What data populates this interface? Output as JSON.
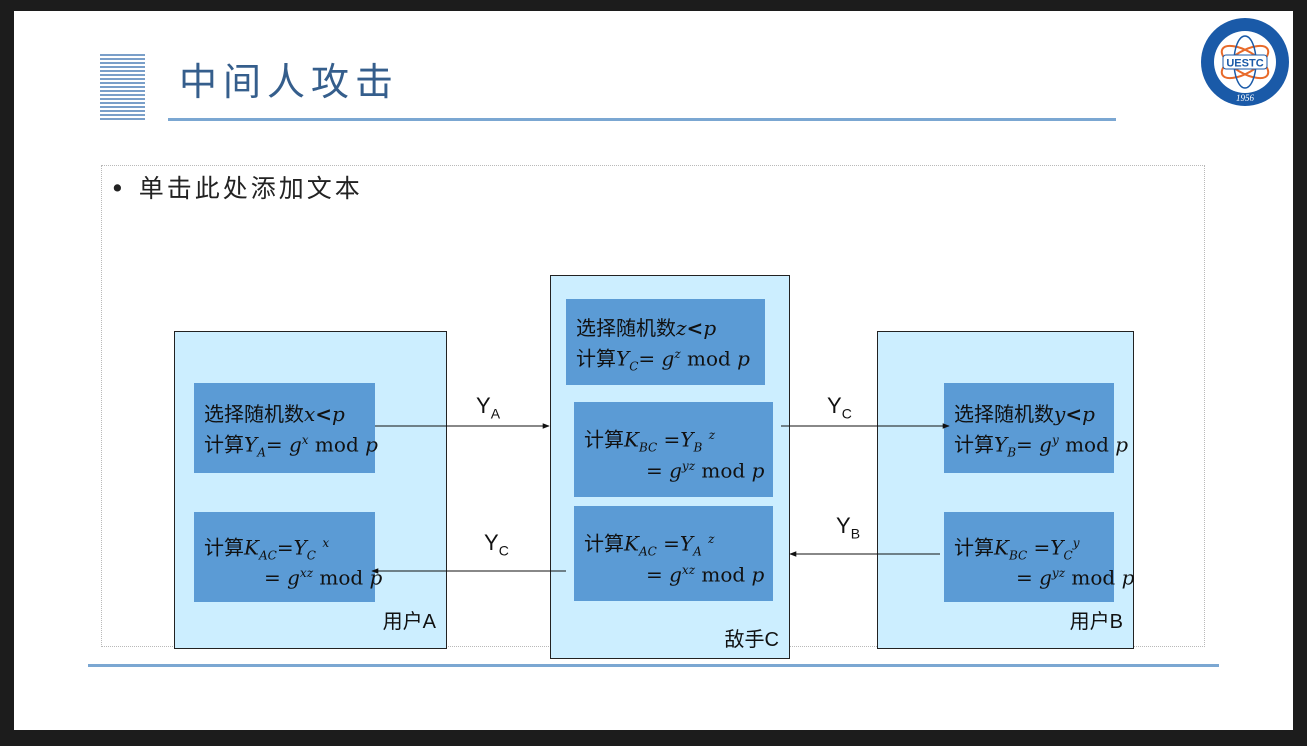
{
  "slide": {
    "title": "中间人攻击",
    "bullet": "单击此处添加文本"
  },
  "logo": {
    "text": "UESTC",
    "year": "1956",
    "colors": {
      "ring": "#1a5aa8",
      "accent": "#e86a2a"
    }
  },
  "panels": {
    "user_a": {
      "label": "用户A"
    },
    "adversary": {
      "label": "敌手C"
    },
    "user_b": {
      "label": "用户B"
    }
  },
  "boxes": {
    "a_select": {
      "prefix": "选择随机数",
      "var": "x",
      "rel": "<",
      "bound": "p"
    },
    "a_compute": {
      "prefix": "计算",
      "name": "Y",
      "sub": "A",
      "eq": "= g",
      "exp": "x",
      "tail": " mod ",
      "mod": "p"
    },
    "a_key": {
      "prefix": "计算",
      "name": "K",
      "sub": "AC",
      "eq": "=Y",
      "base_sub": "C",
      "exp": "x",
      "line2_eq": "= g",
      "line2_exp": "xz",
      "tail": " mod ",
      "mod": "p"
    },
    "c_select": {
      "prefix": "选择随机数",
      "var": "z",
      "rel": "<",
      "bound": "p"
    },
    "c_compute": {
      "prefix": "计算",
      "name": "Y",
      "sub": "C",
      "eq": "= g",
      "exp": "z",
      "tail": " mod ",
      "mod": "p"
    },
    "c_key_bc": {
      "prefix": "计算",
      "name": "K",
      "sub": "BC",
      "eq": " =Y",
      "base_sub": "B",
      "exp": "z",
      "line2_eq": "= g",
      "line2_exp": "yz",
      "tail": " mod ",
      "mod": "p"
    },
    "c_key_ac": {
      "prefix": "计算",
      "name": "K",
      "sub": "AC",
      "eq": " =Y",
      "base_sub": "A",
      "exp": "z",
      "line2_eq": "= g",
      "line2_exp": "xz",
      "tail": " mod ",
      "mod": "p"
    },
    "b_select": {
      "prefix": "选择随机数",
      "var": "y",
      "rel": "<",
      "bound": "p"
    },
    "b_compute": {
      "prefix": "计算",
      "name": "Y",
      "sub": "B",
      "eq": "= g",
      "exp": "y",
      "tail": " mod ",
      "mod": "p"
    },
    "b_key": {
      "prefix": "计算",
      "name": "K",
      "sub": "BC",
      "eq": " =Y",
      "base_sub": "C",
      "exp": "y",
      "line2_eq": "= g",
      "line2_exp": "yz",
      "tail": " mod ",
      "mod": "p"
    }
  },
  "arrows": {
    "a_to_c": {
      "main": "Y",
      "sub": "A"
    },
    "c_to_b": {
      "main": "Y",
      "sub": "C"
    },
    "b_to_c": {
      "main": "Y",
      "sub": "B"
    },
    "c_to_a": {
      "main": "Y",
      "sub": "C"
    }
  },
  "colors": {
    "panel_fill": "#cceeff",
    "box_fill": "#5b9bd5",
    "title": "#355e8c",
    "rule": "#7ba7d2"
  }
}
